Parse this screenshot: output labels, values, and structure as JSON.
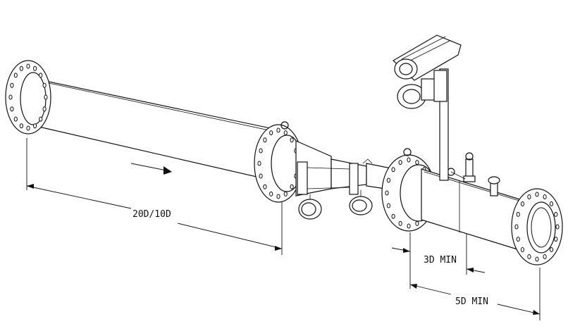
{
  "dimensions": {
    "upstream_length": "20D/10D",
    "downstream_to_sensor": "3D MIN",
    "downstream_total": "5D MIN"
  }
}
